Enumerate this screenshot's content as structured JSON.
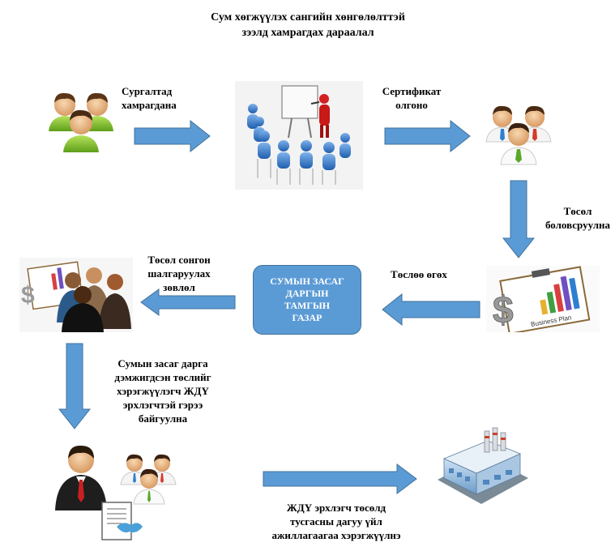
{
  "title": "Сум хөгжүүлэх сангийн хөнгөлөлттэй\nзээлд хамрагдах дараалал",
  "labels": {
    "step1": "Сургалтад\nхамрагдана",
    "step2": "Сертификат\nолгоно",
    "step3": "Төсөл\nболовсруулна",
    "step4": "Төслөө өгөх",
    "step5": "Төсөл сонгон\nшалгаруулах\nзөвлөл",
    "step6": "Сумын засаг дарга\nдэмжигдсэн төслийг\nхэрэгжүүлэгч ЖДҮ\nэрхлэгчтэй гэрээ\nбайгуулна",
    "step7": "ЖДҮ эрхлэгч төсөлд\nтусгасны дагуу  үйл\nажиллагаагаа хэрэгжүүлнэ"
  },
  "gov_box": "СУМЫН ЗАСАГ\nДАРГЫН\nТАМГЫН\nГАЗАР",
  "business_plan_label": "Business Plan",
  "colors": {
    "arrow": "#5b9bd5",
    "arrow_border": "#41719c",
    "box": "#5b9bd5"
  },
  "icons": [
    "people-group-icon",
    "training-presentation-icon",
    "certified-people-icon",
    "business-plan-icon",
    "council-icon",
    "governor-contract-icon",
    "factory-icon"
  ]
}
